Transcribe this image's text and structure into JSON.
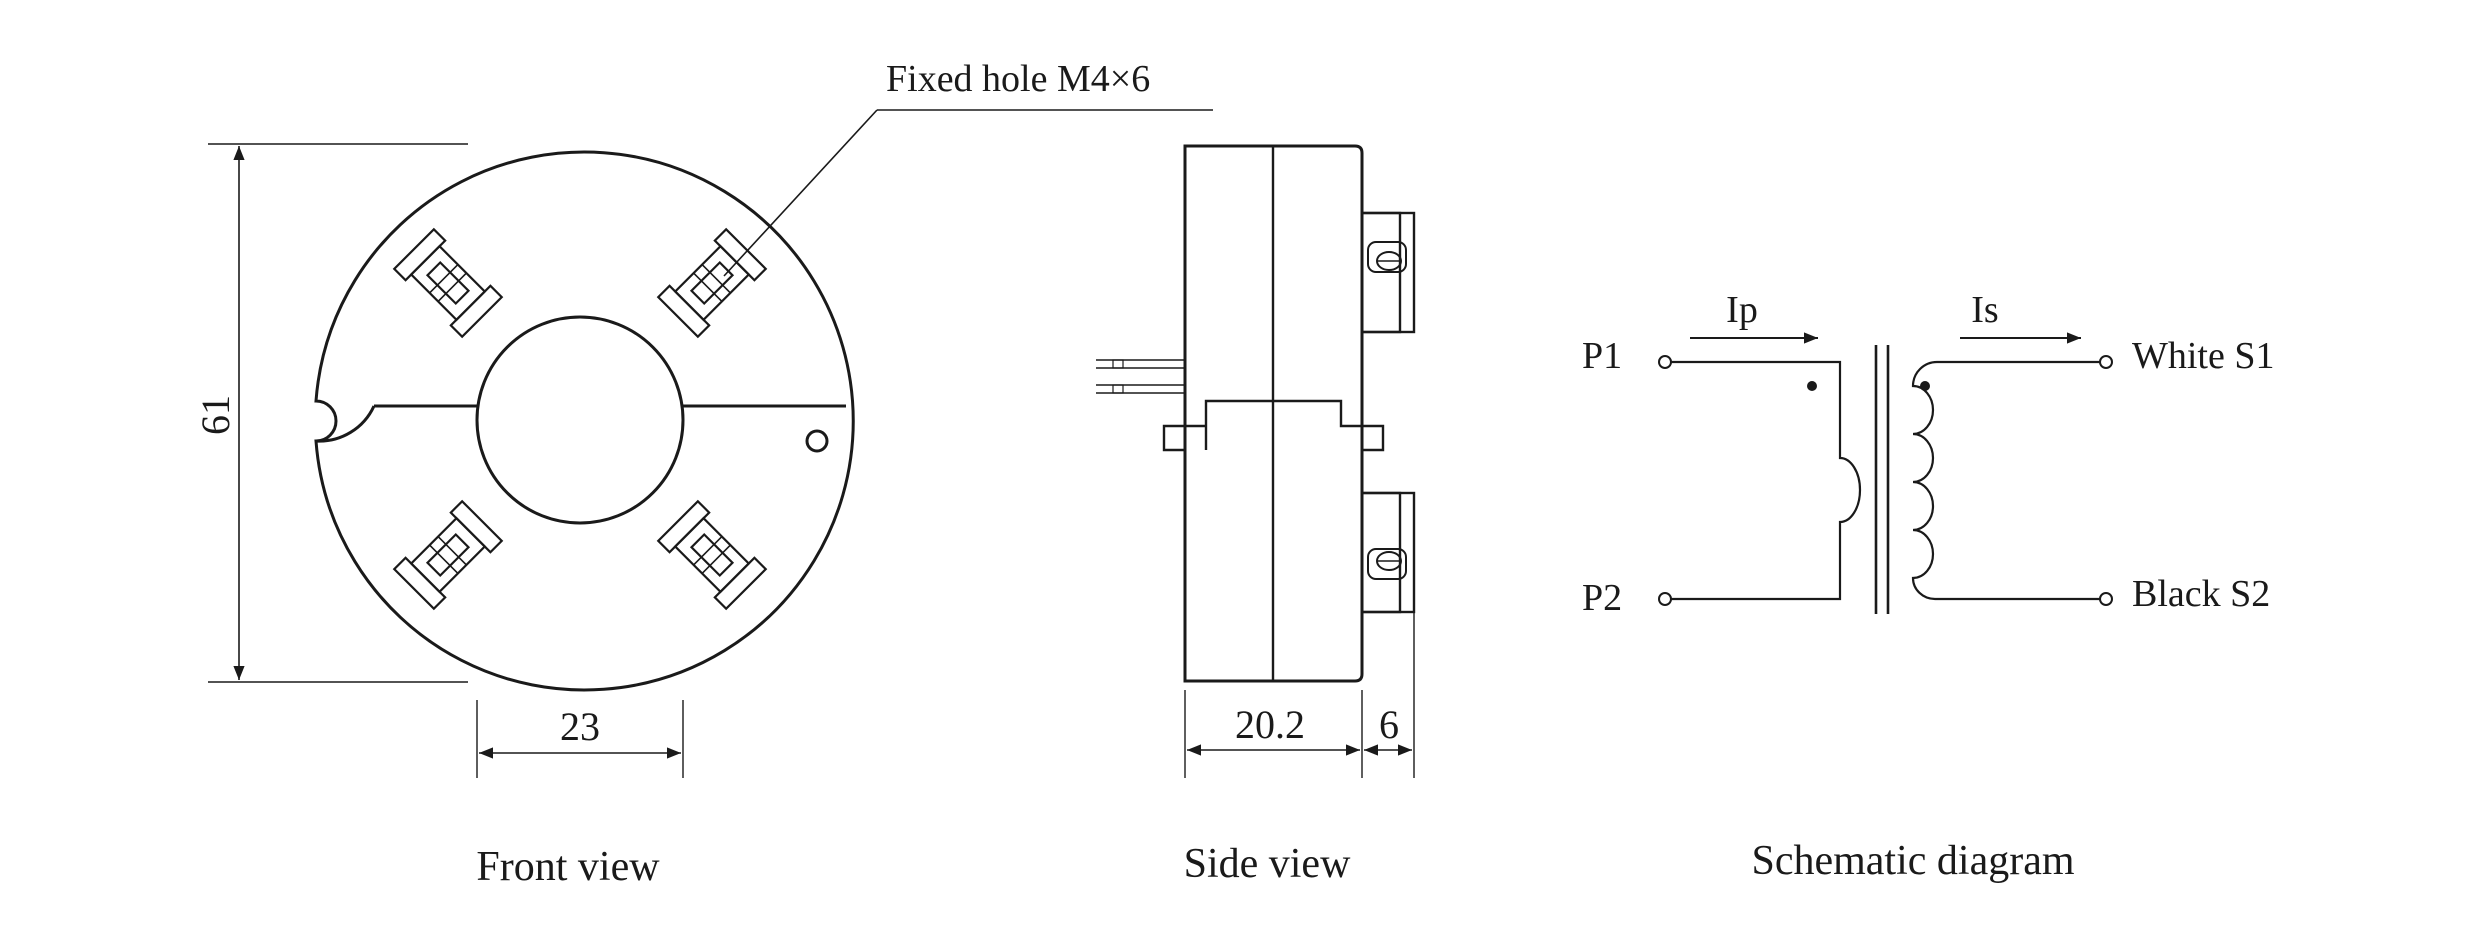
{
  "front_view": {
    "caption": "Front view",
    "callout_label": "Fixed hole M4×6",
    "dim_height": "61",
    "dim_inner_width": "23"
  },
  "side_view": {
    "caption": "Side view",
    "dim_body_width": "20.2",
    "dim_terminal": "6"
  },
  "schematic": {
    "caption": "Schematic diagram",
    "primary_current": "Ip",
    "secondary_current": "Is",
    "terminal_p1": "P1",
    "terminal_p2": "P2",
    "terminal_s1": "White S1",
    "terminal_s2": "Black S2"
  },
  "colors": {
    "line": "#1a1a1a",
    "background": "#ffffff"
  }
}
